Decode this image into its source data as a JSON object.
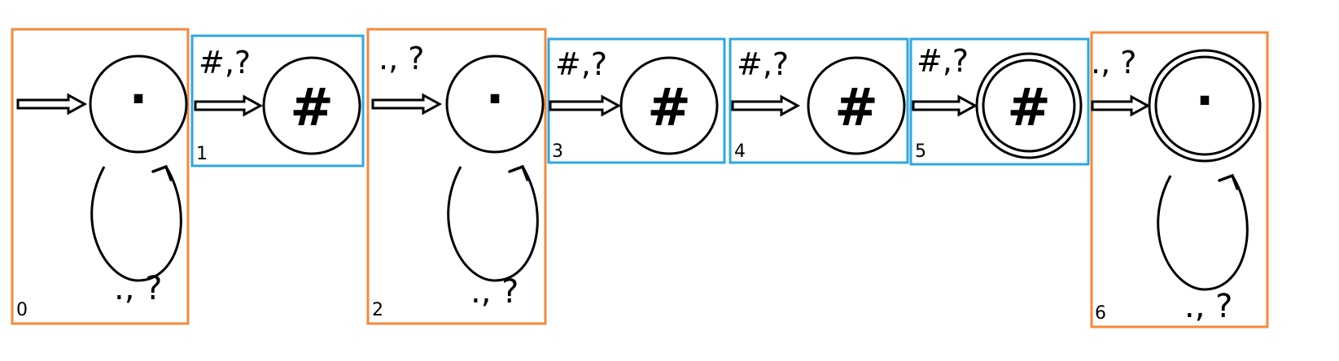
{
  "colors": {
    "orange": "#F5893A",
    "blue": "#2FA7E0",
    "ink": "#000000"
  },
  "segments": [
    {
      "id": "0",
      "label": "0",
      "color": "orange",
      "symbol": "·",
      "symbol_kind": "dot",
      "accepting": false,
      "incoming_label": "",
      "loop_label": ".,  ?"
    },
    {
      "id": "1",
      "label": "1",
      "color": "blue",
      "symbol": "#",
      "symbol_kind": "hash",
      "accepting": false,
      "incoming_label": "#,?",
      "loop_label": ""
    },
    {
      "id": "2",
      "label": "2",
      "color": "orange",
      "symbol": "·",
      "symbol_kind": "dot",
      "accepting": false,
      "incoming_label": "., ?",
      "loop_label": ".,  ?"
    },
    {
      "id": "3",
      "label": "3",
      "color": "blue",
      "symbol": "#",
      "symbol_kind": "hash",
      "accepting": false,
      "incoming_label": "#,?",
      "loop_label": ""
    },
    {
      "id": "4",
      "label": "4",
      "color": "blue",
      "symbol": "#",
      "symbol_kind": "hash",
      "accepting": false,
      "incoming_label": "#,?",
      "loop_label": ""
    },
    {
      "id": "5",
      "label": "5",
      "color": "blue",
      "symbol": "#",
      "symbol_kind": "hash",
      "accepting": true,
      "incoming_label": "#,?",
      "loop_label": ""
    },
    {
      "id": "6",
      "label": "6",
      "color": "orange",
      "symbol": "·",
      "symbol_kind": "dot",
      "accepting": true,
      "incoming_label": "., ?",
      "loop_label": ".,  ?"
    }
  ]
}
